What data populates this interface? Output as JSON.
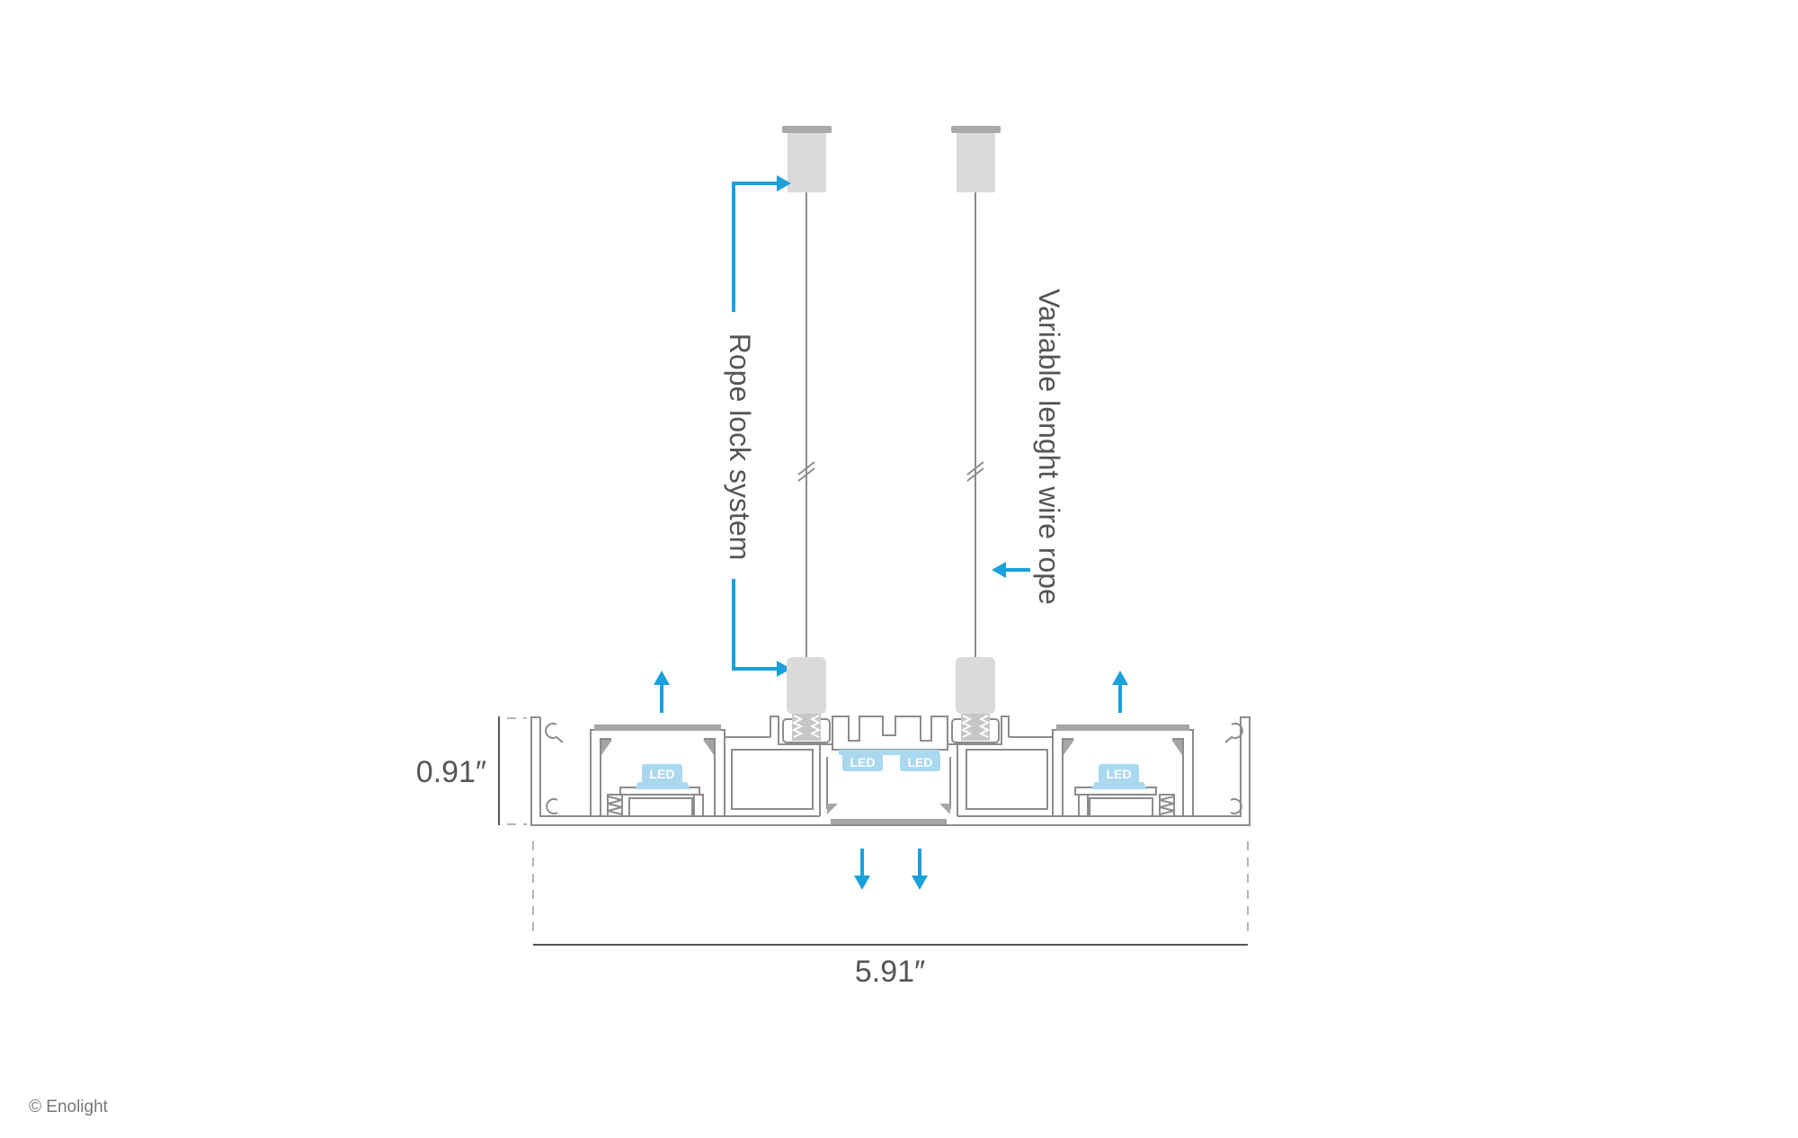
{
  "labels": {
    "rope_lock": "Rope lock system",
    "wire_rope": "Variable lenght wire rope",
    "height_dim": "0.91″",
    "width_dim": "5.91″",
    "copyright": "© Enolight"
  },
  "led_labels": [
    "LED",
    "LED",
    "LED",
    "LED"
  ],
  "colors": {
    "accent": "#1aa0da",
    "led": "#a9d8ef",
    "line": "#8c8c8c",
    "text": "#555555",
    "lens": "#a5a5a5",
    "cap": "#dadada"
  }
}
